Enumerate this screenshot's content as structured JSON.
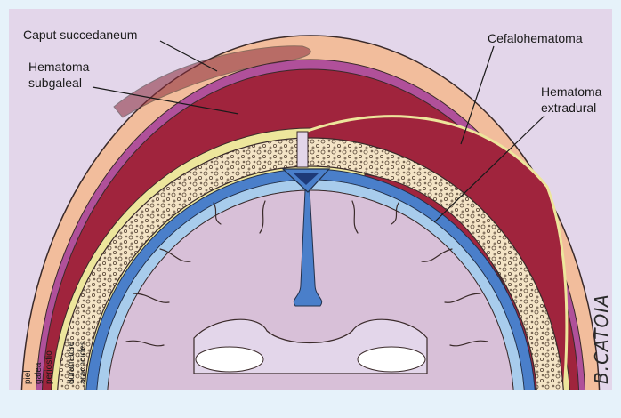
{
  "labels": {
    "caput": "Caput succedaneum",
    "subgaleal_line1": "Hematoma",
    "subgaleal_line2": "subgaleal",
    "cefalo": "Cefalohematoma",
    "extradural_line1": "Hematoma",
    "extradural_line2": "extradural"
  },
  "layers": [
    "piel",
    "galea",
    "periostio",
    "duramadre",
    "aracnoides"
  ],
  "signature": "B.CATOIA",
  "colors": {
    "background": "#e6f2fa",
    "panel": "#e3d6ea",
    "skin": "#f2bd9c",
    "hematoma": "#a0243d",
    "galea": "#b0509a",
    "periosteum": "#ede69c",
    "bone": "#f4e4c6",
    "dura": "#4a7fca",
    "arachnoid": "#a8ccec",
    "brain": "#d8c0d8"
  }
}
